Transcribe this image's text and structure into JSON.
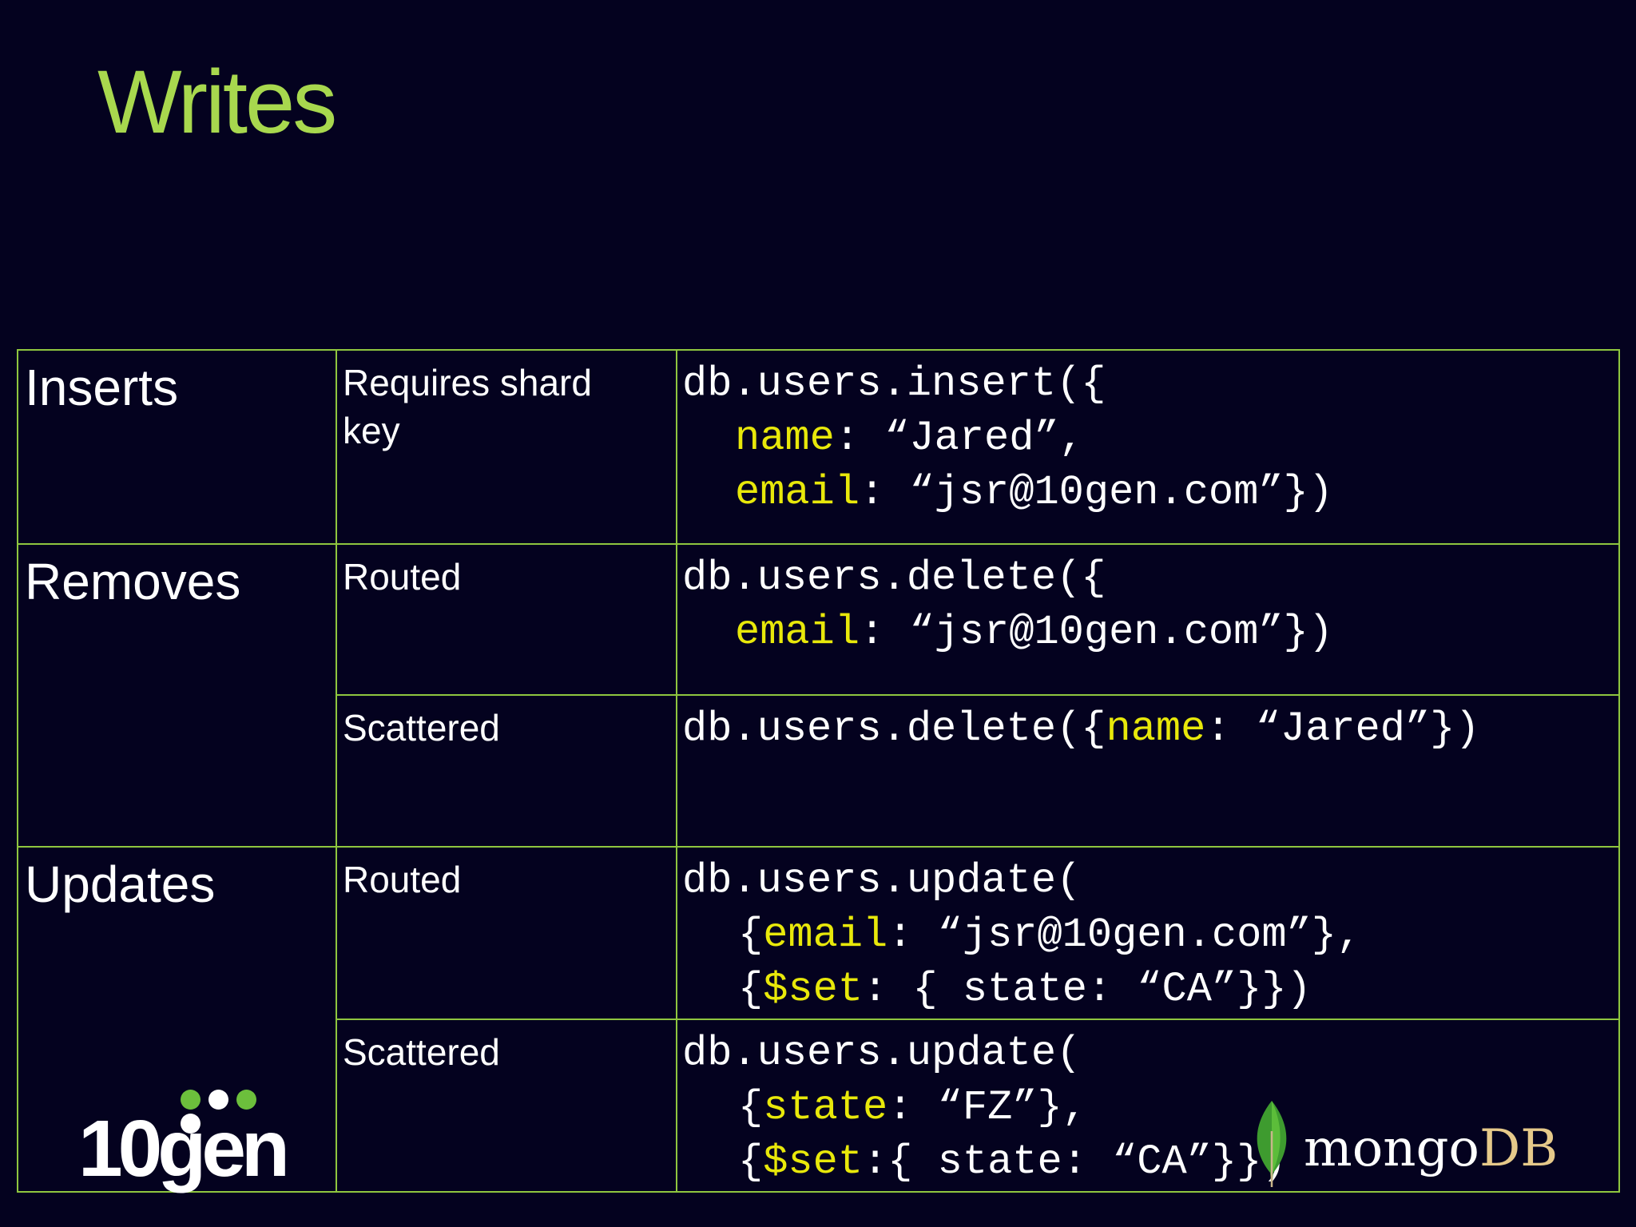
{
  "slide": {
    "title": "Writes"
  },
  "colors": {
    "background": "#04021f",
    "title": "#a8d84e",
    "table_border": "#8fc63f",
    "code_keyword": "#e8e80a",
    "text": "#ffffff"
  },
  "table": {
    "inserts": {
      "label": "Inserts",
      "mode": "Requires shard key",
      "code": {
        "l1": "db.users.insert({",
        "l2_key": "name",
        "l2_rest": ": “Jared”,",
        "l3_key": "email",
        "l3_rest": ": “jsr@10gen.com”})"
      }
    },
    "removes": {
      "label": "Removes",
      "routed": {
        "mode": "Routed",
        "code": {
          "l1": "db.users.delete({",
          "l2_key": "email",
          "l2_rest": ": “jsr@10gen.com”})"
        }
      },
      "scattered": {
        "mode": "Scattered",
        "code": {
          "l1_pre": "db.users.delete({",
          "l1_key": "name",
          "l1_rest": ": “Jared”})"
        }
      }
    },
    "updates": {
      "label": "Updates",
      "routed": {
        "mode": "Routed",
        "code": {
          "l1": "db.users.update(",
          "l2_pre": "{",
          "l2_key": "email",
          "l2_rest": ": “jsr@10gen.com”},",
          "l3_pre": "{",
          "l3_key": "$set",
          "l3_rest": ": { state: “CA”}})"
        }
      },
      "scattered": {
        "mode": "Scattered",
        "code": {
          "l1": "db.users.update(",
          "l2_pre": "{",
          "l2_key": "state",
          "l2_rest": ": “FZ”},",
          "l3_pre": "{",
          "l3_key": "$set",
          "l3_rest": ":{ state: “CA”}})"
        }
      }
    }
  },
  "logos": {
    "left": {
      "wordmark": "10gen",
      "dot_colors": [
        "#6cbf3c",
        "#ffffff",
        "#6cbf3c",
        "#ffffff"
      ],
      "icon": "four-dots-icon"
    },
    "right": {
      "wordmark_main": "mongo",
      "wordmark_accent": "DB",
      "icon": "leaf-icon"
    }
  }
}
